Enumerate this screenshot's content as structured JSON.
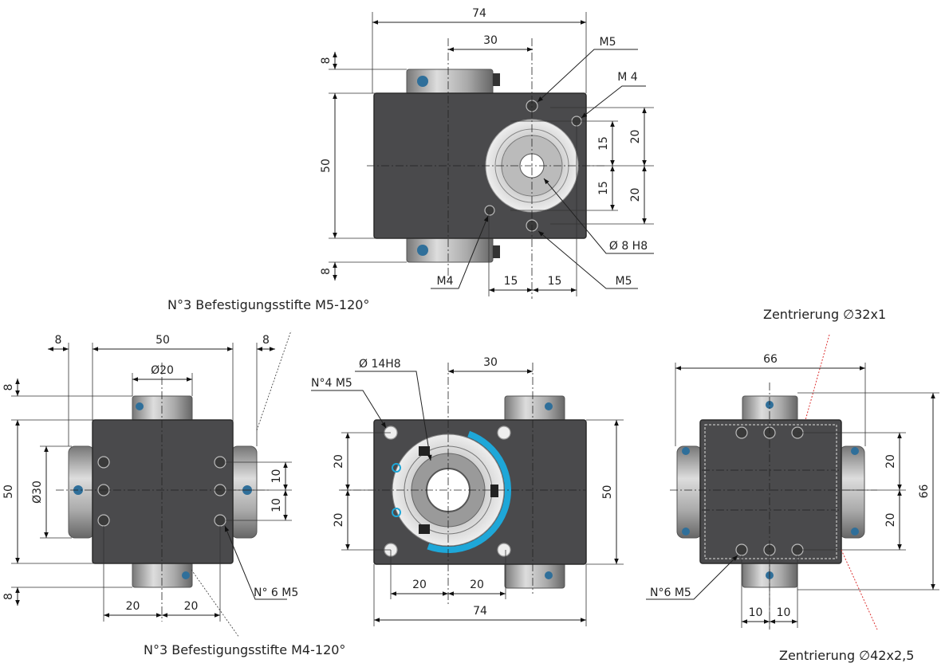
{
  "views": {
    "top": {
      "dims": [
        "74",
        "30",
        "8",
        "50",
        "8",
        "15",
        "15",
        "20",
        "20",
        "15",
        "15"
      ],
      "callouts": {
        "m5_top": "M5",
        "m4_right": "M 4",
        "bore": "Ø 8 H8",
        "m5_bottom": "M5",
        "m4_left": "M4"
      },
      "caption": "N°3 Befestigungsstifte M5-120°"
    },
    "side": {
      "dims": [
        "8",
        "50",
        "8",
        "Ø20",
        "8",
        "50",
        "8",
        "Ø30",
        "10",
        "10",
        "20",
        "20"
      ],
      "callouts": {
        "holes": "N° 6 M5"
      },
      "caption": "N°3 Befestigungsstifte M4-120°"
    },
    "front": {
      "dims": [
        "30",
        "20",
        "20",
        "50",
        "20",
        "20",
        "74"
      ],
      "callouts": {
        "bore": "Ø 14H8",
        "holes": "N°4  M5"
      }
    },
    "back": {
      "dims": [
        "66",
        "66",
        "20",
        "20",
        "10",
        "10"
      ],
      "callouts": {
        "holes": "N°6 M5",
        "centering_small": "Zentrierung ∅32x1",
        "centering_large": "Zentrierung ∅42x2,5"
      }
    }
  },
  "colors": {
    "body": "#4a4a4c",
    "ring_accent": "#1ea7d8",
    "centering_line": "#dd3333"
  }
}
